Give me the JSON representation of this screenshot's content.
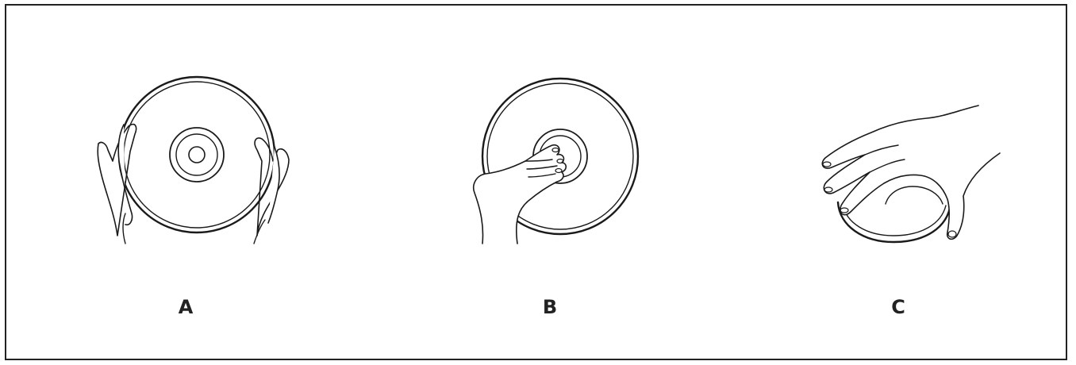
{
  "panels": [
    {
      "id": "a",
      "label": "A"
    },
    {
      "id": "b",
      "label": "B"
    },
    {
      "id": "c",
      "label": "C"
    }
  ],
  "colors": {
    "line": "#1a1a1a",
    "frame": "#222222",
    "background": "#ffffff"
  }
}
